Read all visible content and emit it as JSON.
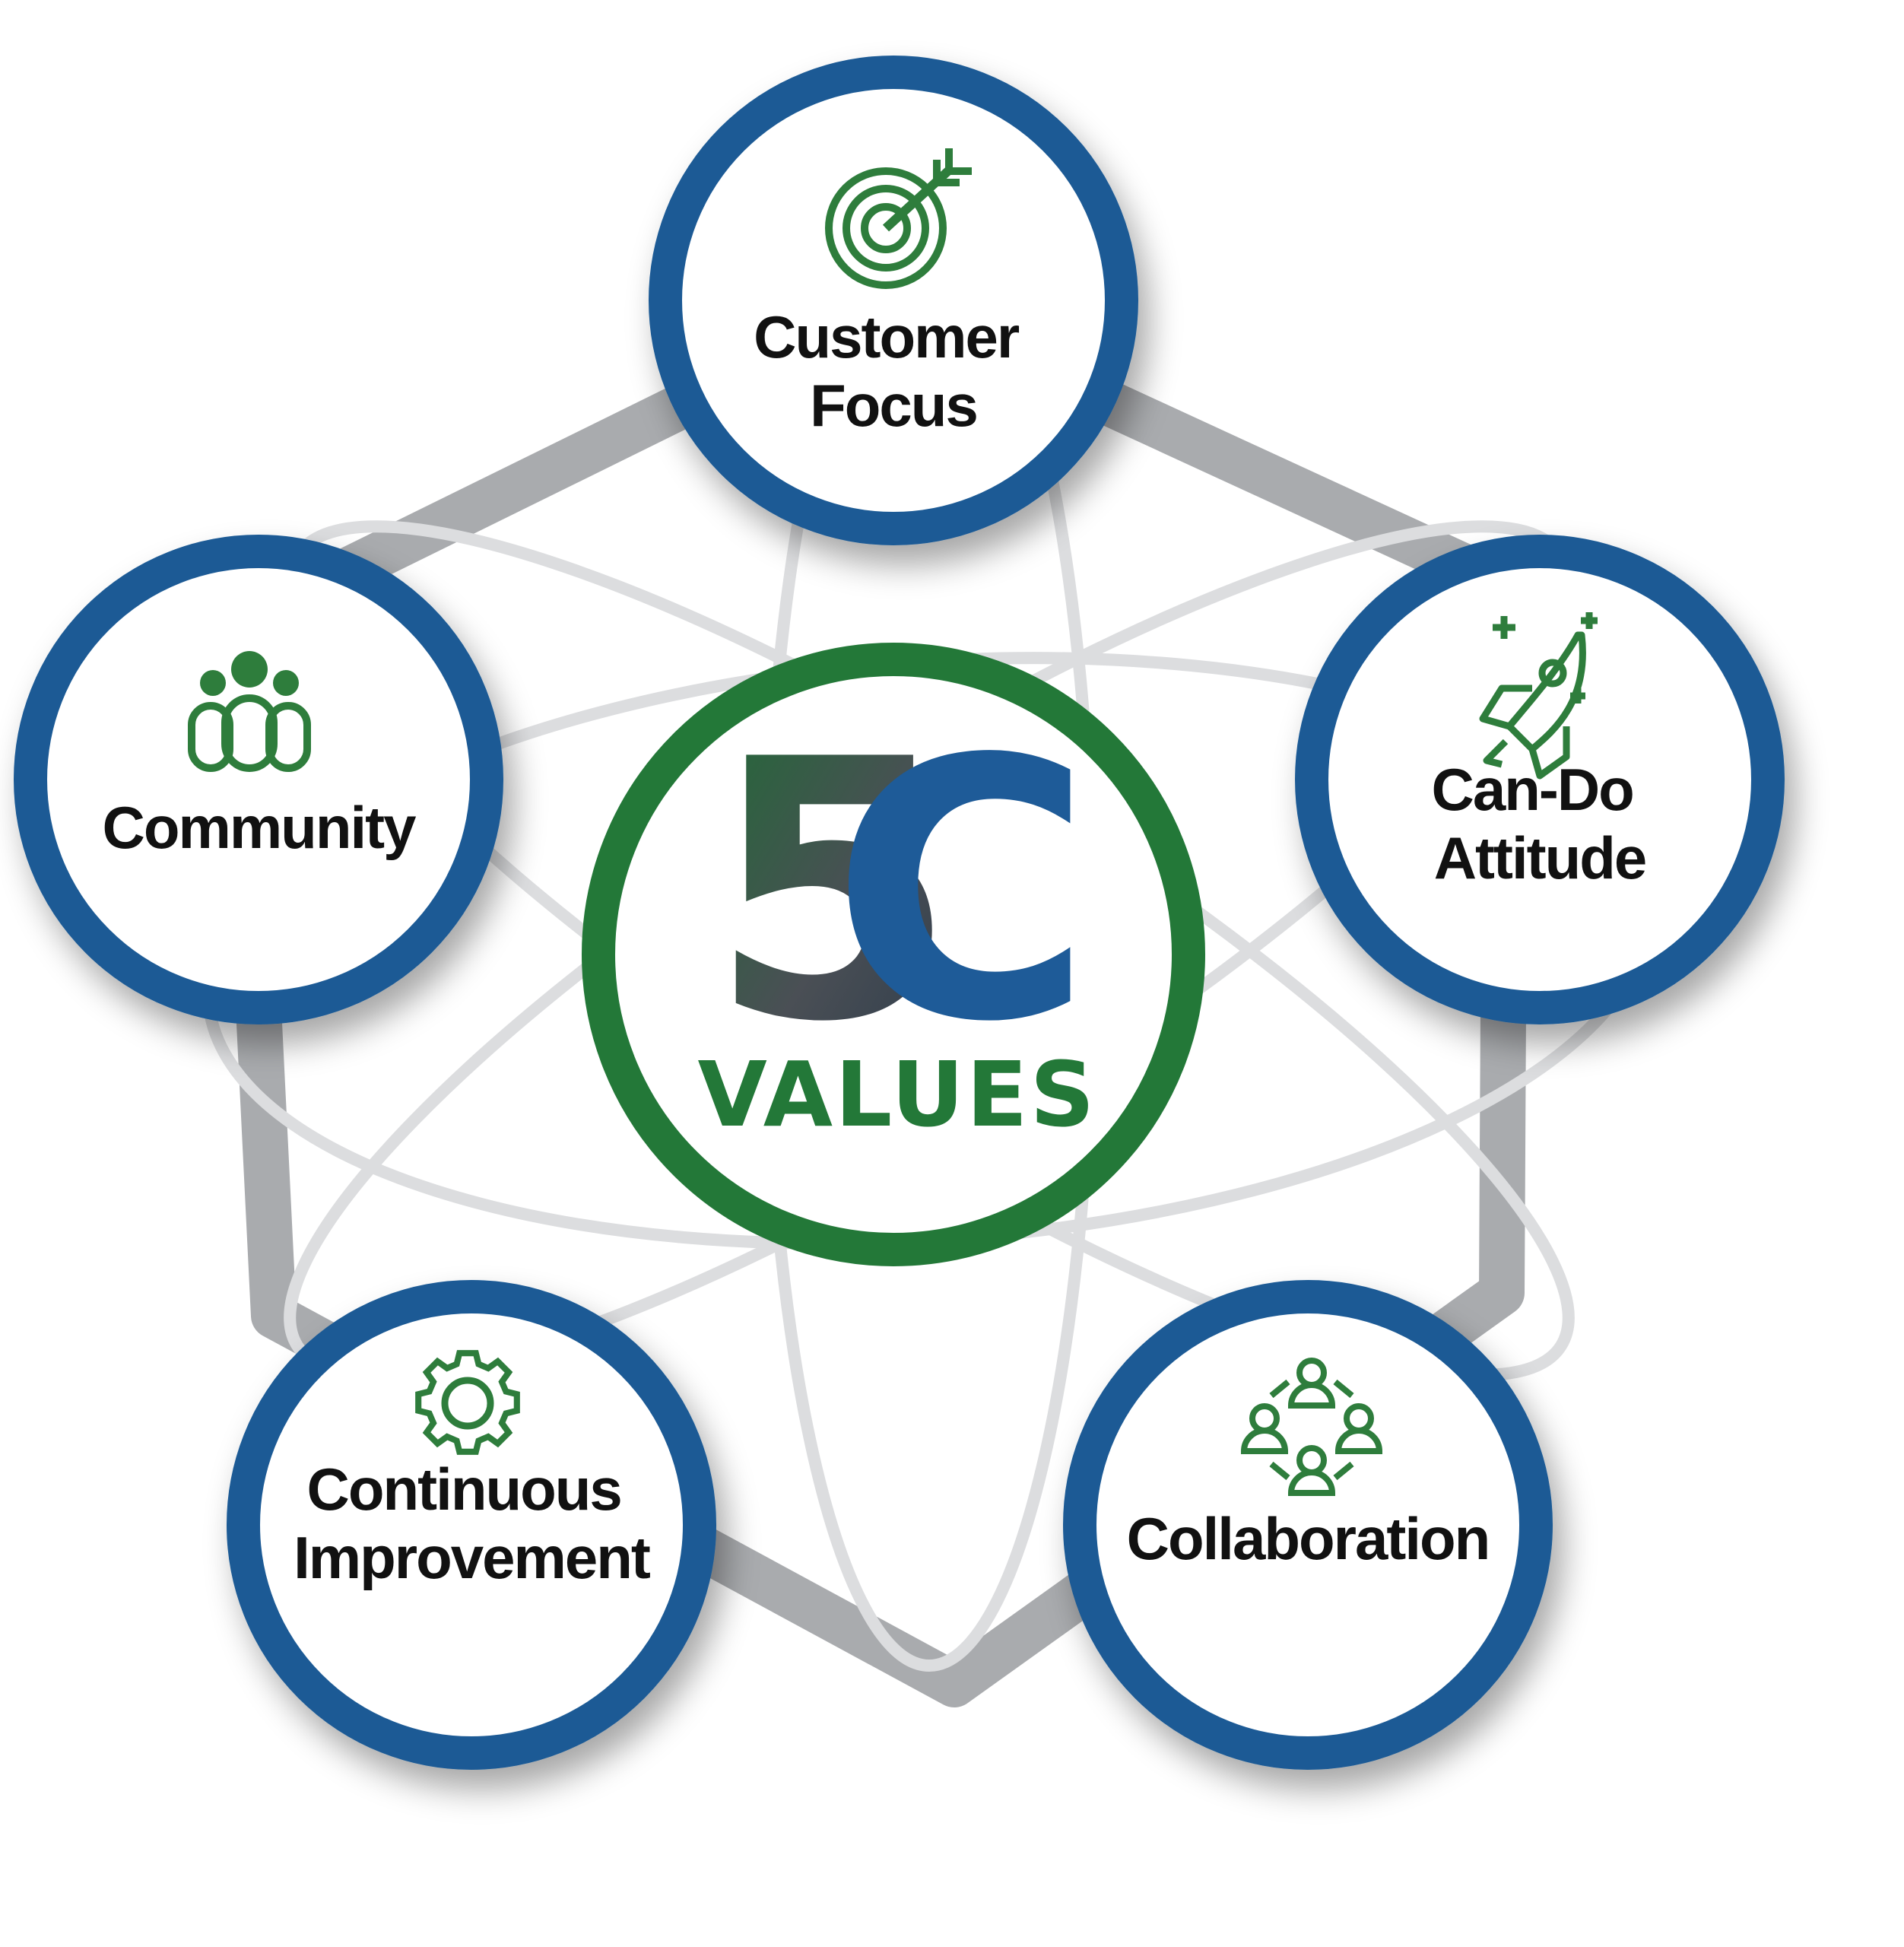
{
  "colors": {
    "node_ring": "#1a5a95",
    "icon_green": "#2e7d3c",
    "center_ring": "#237838",
    "pentagon": "#a9abae",
    "orbit": "#dcdddf",
    "logo_blue": "#1e5b98",
    "logo_green": "#237838"
  },
  "center": {
    "logo_five": "5",
    "logo_c": "C",
    "values_label": "VALUES"
  },
  "nodes": [
    {
      "id": "customer-focus",
      "icon": "target-icon",
      "lines": [
        "Customer",
        "Focus"
      ]
    },
    {
      "id": "can-do-attitude",
      "icon": "rocket-icon",
      "lines": [
        "Can-Do",
        "Attitude"
      ]
    },
    {
      "id": "collaboration",
      "icon": "people-cycle-icon",
      "lines": [
        "Collaboration"
      ]
    },
    {
      "id": "continuous-improvement",
      "icon": "gear-icon",
      "lines": [
        "Continuous",
        "Improvement"
      ]
    },
    {
      "id": "community",
      "icon": "group-icon",
      "lines": [
        "Community"
      ]
    }
  ]
}
